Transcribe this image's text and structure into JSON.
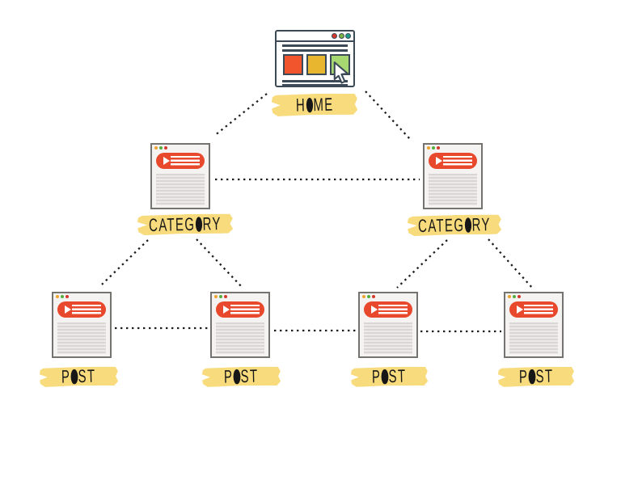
{
  "diagram_type": "website-sitemap-hierarchy",
  "nodes": {
    "home": {
      "label": "HOME",
      "type": "browser-window",
      "level": 1
    },
    "category_left": {
      "label": "CATEGORY",
      "type": "page",
      "level": 2
    },
    "category_right": {
      "label": "CATEGORY",
      "type": "page",
      "level": 2
    },
    "post_1": {
      "label": "POST",
      "type": "page",
      "level": 3
    },
    "post_2": {
      "label": "POST",
      "type": "page",
      "level": 3
    },
    "post_3": {
      "label": "POST",
      "type": "page",
      "level": 3
    },
    "post_4": {
      "label": "POST",
      "type": "page",
      "level": 3
    }
  },
  "edges": [
    {
      "from": "home",
      "to": "category_left",
      "style": "dotted"
    },
    {
      "from": "home",
      "to": "category_right",
      "style": "dotted"
    },
    {
      "from": "category_left",
      "to": "category_right",
      "style": "dotted"
    },
    {
      "from": "category_left",
      "to": "post_1",
      "style": "dotted"
    },
    {
      "from": "category_left",
      "to": "post_2",
      "style": "dotted"
    },
    {
      "from": "category_right",
      "to": "post_3",
      "style": "dotted"
    },
    {
      "from": "category_right",
      "to": "post_4",
      "style": "dotted"
    },
    {
      "from": "post_1",
      "to": "post_2",
      "style": "dotted"
    },
    {
      "from": "post_2",
      "to": "post_3",
      "style": "dotted"
    },
    {
      "from": "post_3",
      "to": "post_4",
      "style": "dotted"
    }
  ],
  "colors": {
    "highlight": "#f8db7d",
    "navy": "#3b4a56",
    "red": "#e8492c",
    "tile_orange": "#f0552e",
    "tile_yellow": "#e9b62f",
    "tile_green": "#a6d771",
    "tile_green_dot": "#7cb342",
    "page_border": "#757370",
    "page_bg": "#f5f3f1",
    "stripe": "#d9d6d3",
    "dot_amber": "#f0a32f",
    "dot_green": "#54ae3f",
    "dot_red": "#d5382c",
    "dot_teal": "#1d9e8b",
    "line": "#1d1d1d"
  }
}
